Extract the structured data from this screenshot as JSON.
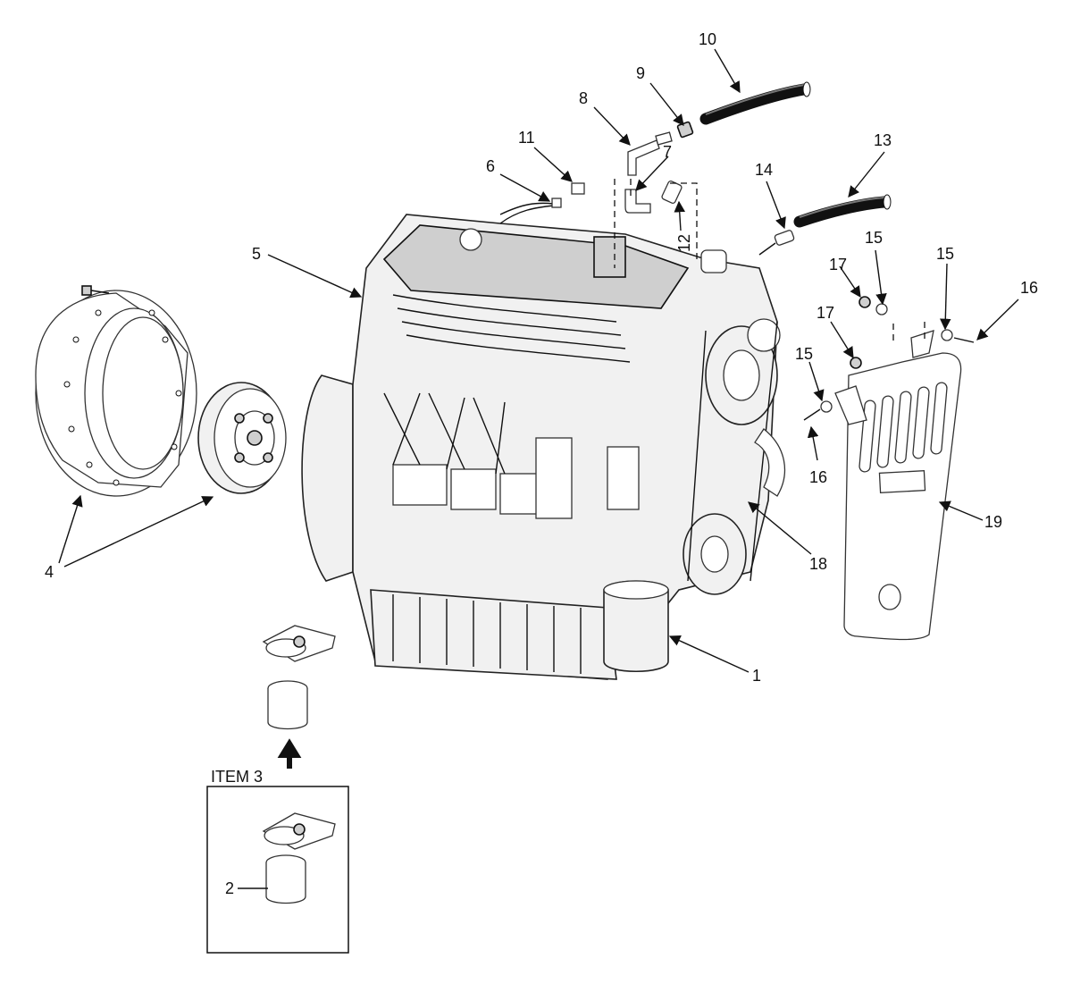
{
  "inset": {
    "title": "ITEM 3"
  },
  "callouts": [
    {
      "id": "c10",
      "label": "10"
    },
    {
      "id": "c9",
      "label": "9"
    },
    {
      "id": "c8",
      "label": "8"
    },
    {
      "id": "c7",
      "label": "7"
    },
    {
      "id": "c11",
      "label": "11"
    },
    {
      "id": "c6",
      "label": "6"
    },
    {
      "id": "c12",
      "label": "12"
    },
    {
      "id": "c13",
      "label": "13"
    },
    {
      "id": "c14",
      "label": "14"
    },
    {
      "id": "c5",
      "label": "5"
    },
    {
      "id": "c17a",
      "label": "17"
    },
    {
      "id": "c15a",
      "label": "15"
    },
    {
      "id": "c15b",
      "label": "15"
    },
    {
      "id": "c16a",
      "label": "16"
    },
    {
      "id": "c17b",
      "label": "17"
    },
    {
      "id": "c15c",
      "label": "15"
    },
    {
      "id": "c16b",
      "label": "16"
    },
    {
      "id": "c19",
      "label": "19"
    },
    {
      "id": "c18",
      "label": "18"
    },
    {
      "id": "c1",
      "label": "1"
    },
    {
      "id": "c4",
      "label": "4"
    },
    {
      "id": "c2",
      "label": "2"
    }
  ]
}
